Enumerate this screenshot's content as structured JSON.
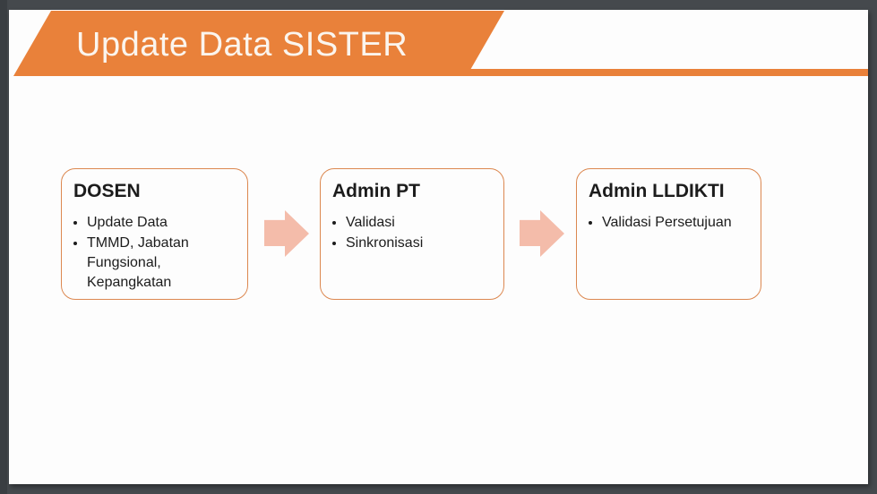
{
  "title": "Update Data SISTER",
  "steps": [
    {
      "title": "DOSEN",
      "bullets": [
        "Update Data",
        "TMMD, Jabatan Fungsional, Kepangkatan"
      ]
    },
    {
      "title": "Admin PT",
      "bullets": [
        "Validasi",
        "Sinkronisasi"
      ]
    },
    {
      "title": "Admin LLDIKTI",
      "bullets": [
        "Validasi Persetujuan"
      ]
    }
  ],
  "colors": {
    "banner_orange": "#e9813a",
    "box_border": "#dc8850",
    "arrow_fill": "#f4bcaa",
    "frame_gray": "#45494d",
    "slide_bg": "#fdfdfd",
    "title_text": "#fbf5ee",
    "body_text": "#1c1c1c"
  }
}
